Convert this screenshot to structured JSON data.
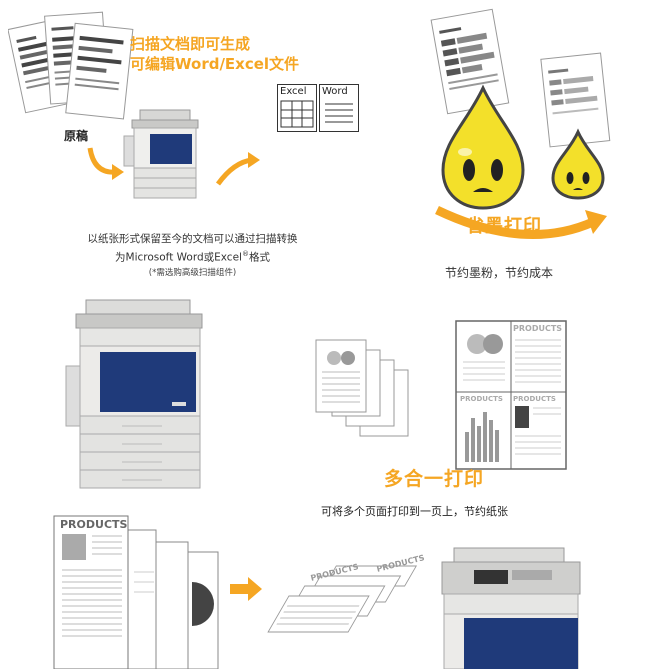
{
  "scan_section": {
    "title_line1": "扫描文档即可生成",
    "title_line2": "可编辑Word/Excel文件",
    "original_label": "原稿",
    "excel_label": "Excel",
    "word_label": "Word",
    "desc_line1": "以纸张形式保留至今的文档可以通过扫描转换",
    "desc_line2": "为Microsoft Word或Excel",
    "desc_line2_sup": "®",
    "desc_line2_end": "格式",
    "desc_note": "(*需选购高级扫描组件)"
  },
  "ink_section": {
    "title": "省墨打印",
    "desc": "节约墨粉，节约成本"
  },
  "multi_section": {
    "title": "多合一打印",
    "desc": "可将多个页面打印到一页上，节约纸张",
    "products_label": "PRODUCTS"
  },
  "colors": {
    "accent": "#f5a623",
    "printer_blue": "#1f3a7a",
    "printer_body": "#e9e9e7"
  }
}
